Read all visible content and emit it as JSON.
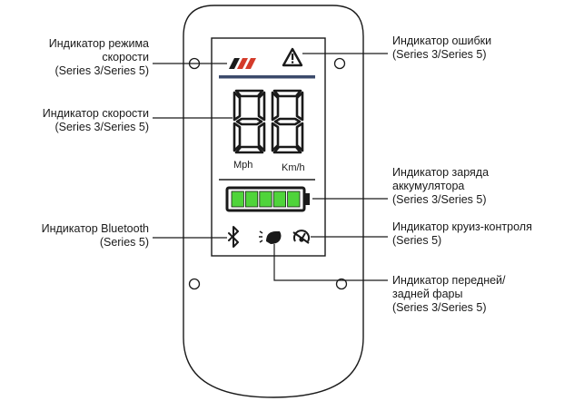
{
  "labels": {
    "speed_mode": {
      "line1": "Индикатор режима",
      "line2": "скорости",
      "line3": "(Series 3/Series 5)"
    },
    "speed": {
      "line1": "Индикатор скорости",
      "line2": "(Series 3/Series 5)"
    },
    "bluetooth": {
      "line1": "Индикатор Bluetooth",
      "line2": "(Series 5)"
    },
    "error": {
      "line1": "Индикатор ошибки",
      "line2": "(Series 3/Series 5)"
    },
    "battery": {
      "line1": "Индикатор заряда",
      "line2": "аккумулятора",
      "line3": "(Series 3/Series 5)"
    },
    "cruise": {
      "line1": "Индикатор круиз-контроля",
      "line2": "(Series 5)"
    },
    "headlight": {
      "line1": "Индикатор передней/",
      "line2": "задней фары",
      "line3": "(Series 3/Series 5)"
    }
  },
  "display": {
    "speed_digits": "88",
    "unit_mph": "Mph",
    "unit_kmh": "Km/h",
    "battery_segments": 5
  },
  "colors": {
    "battery_fill": "#4fd43a",
    "speed_mode_stripe_1": "#1a1a1a",
    "speed_mode_stripe_2": "#d43b2a",
    "speed_mode_stripe_3": "#d43b2a",
    "display_bar": "#3b4a6b"
  },
  "icons": {
    "speed_mode": "speed-mode-stripes-icon",
    "error": "warning-triangle-icon",
    "bluetooth": "bluetooth-icon",
    "headlight": "headlight-icon",
    "cruise": "cruise-control-icon"
  }
}
